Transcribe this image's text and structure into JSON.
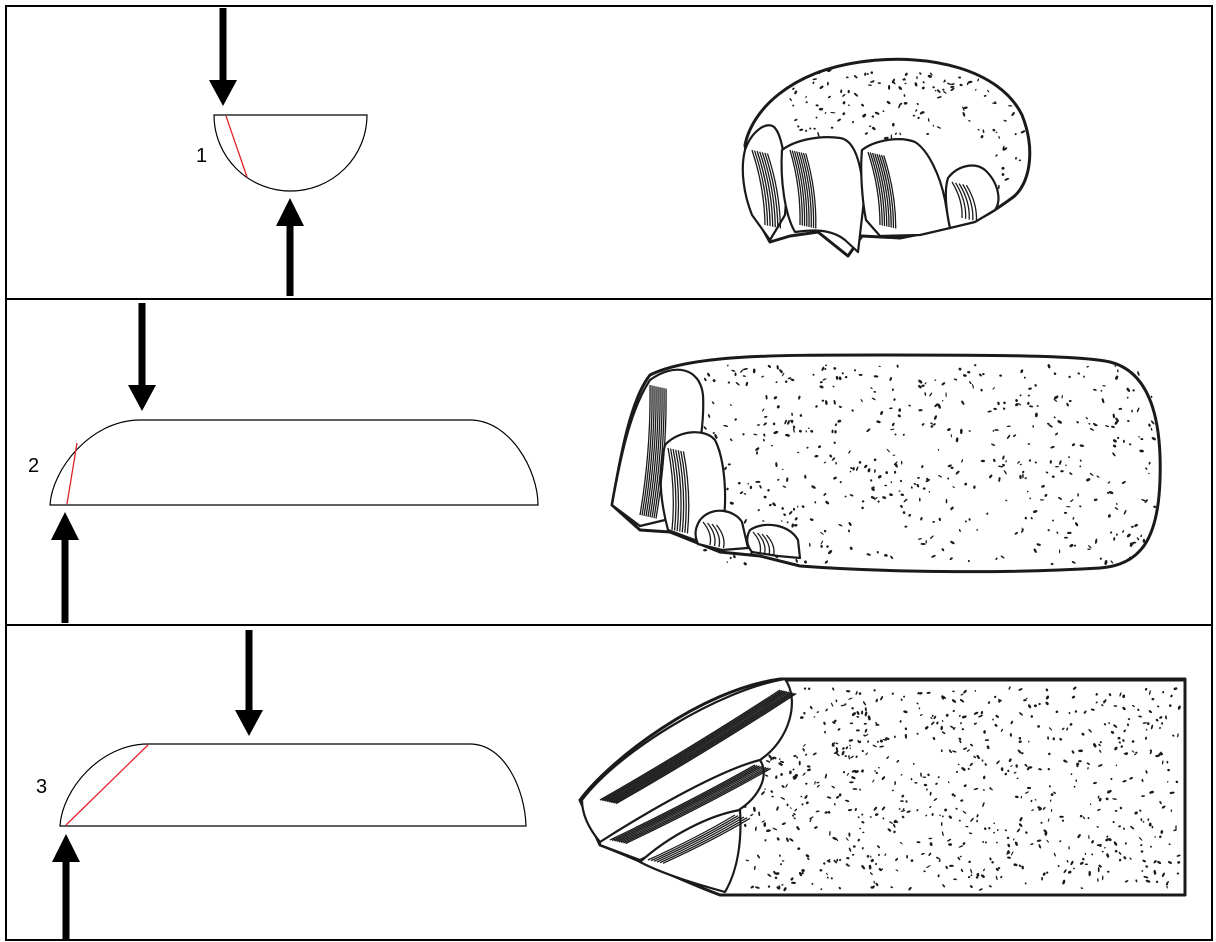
{
  "panels": [
    {
      "label": "1",
      "section": "semicircle"
    },
    {
      "label": "2",
      "section": "long-flat"
    },
    {
      "label": "3",
      "section": "long-flat"
    }
  ],
  "colors": {
    "outline": "#000000",
    "fracture_line": "#e0242a",
    "background": "#ffffff",
    "sketch_ink": "#1a1a1a"
  },
  "icons": [
    "down-arrow-icon",
    "up-arrow-icon"
  ]
}
